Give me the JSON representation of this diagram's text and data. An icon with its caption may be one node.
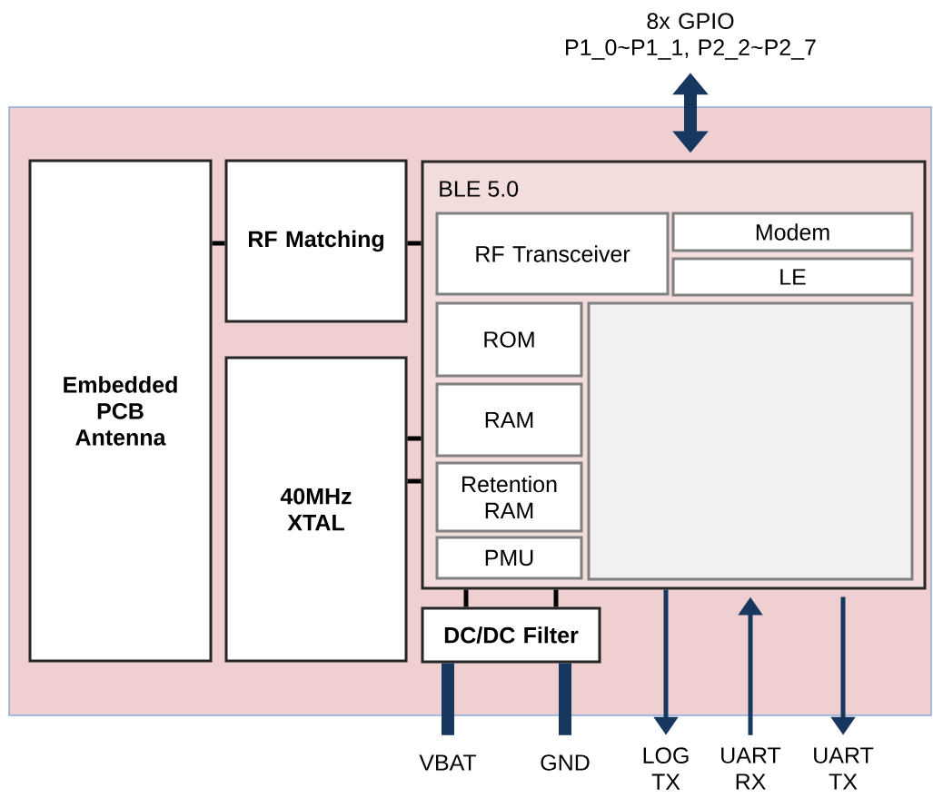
{
  "diagram": {
    "nodes": [
      {
        "text": [],
        "shape": "box"
      },
      {
        "text": [
          "Embedded PCB Antenna"
        ],
        "in": 0
      },
      {
        "text": [
          "RF Matching"
        ],
        "in": 0
      },
      {
        "text": [
          "40MHz XTAL"
        ],
        "in": 0
      },
      {
        "text": [
          "BLE 5.0"
        ],
        "in": 0
      },
      {
        "text": [
          "RF Transceiver"
        ],
        "in": 4
      },
      {
        "text": [
          "Modem"
        ],
        "in": 4
      },
      {
        "text": [
          "LE"
        ],
        "in": 4
      },
      {
        "text": [
          "ROM"
        ],
        "in": 4
      },
      {
        "text": [
          "RAM"
        ],
        "in": 4
      },
      {
        "text": [
          "Retention RAM"
        ],
        "in": 4
      },
      {
        "text": [
          "PMU"
        ],
        "in": 4
      },
      {
        "text": [],
        "shape": "box",
        "in": 4
      },
      {
        "text": [
          "DC/DC Filter"
        ],
        "in": 0
      },
      {
        "text": [
          "8x GPIO",
          "P1_0~P1_1, P2_2~P2_7"
        ]
      },
      {
        "text": [
          "VBAT"
        ]
      },
      {
        "text": [
          "GND"
        ]
      },
      {
        "text": [
          "LOG TX"
        ]
      },
      {
        "text": [
          "UART RX"
        ]
      },
      {
        "text": [
          "UART TX"
        ]
      }
    ],
    "edges": [
      {
        "from": 1,
        "to": 2,
        "arrow": "none"
      },
      {
        "from": 2,
        "to": 4,
        "arrow": "none"
      },
      {
        "from": 3,
        "to": 4,
        "arrow": "none"
      },
      {
        "from": 3,
        "to": 4,
        "arrow": "none"
      },
      {
        "from": 4,
        "to": 13,
        "arrow": "none"
      },
      {
        "from": 4,
        "to": 13,
        "arrow": "none"
      },
      {
        "from": 14,
        "to": 4,
        "arrow": "both",
        "style": "thick",
        "color": "#17375e"
      },
      {
        "from": 13,
        "to": 15,
        "arrow": "none",
        "style": "thick",
        "color": "#17375e"
      },
      {
        "from": 13,
        "to": 16,
        "arrow": "none",
        "style": "thick",
        "color": "#17375e"
      },
      {
        "from": 4,
        "to": 17,
        "arrow": "to",
        "color": "#17375e"
      },
      {
        "from": 18,
        "to": 4,
        "arrow": "to",
        "color": "#17375e"
      },
      {
        "from": 4,
        "to": 19,
        "arrow": "to",
        "color": "#17375e"
      }
    ]
  }
}
